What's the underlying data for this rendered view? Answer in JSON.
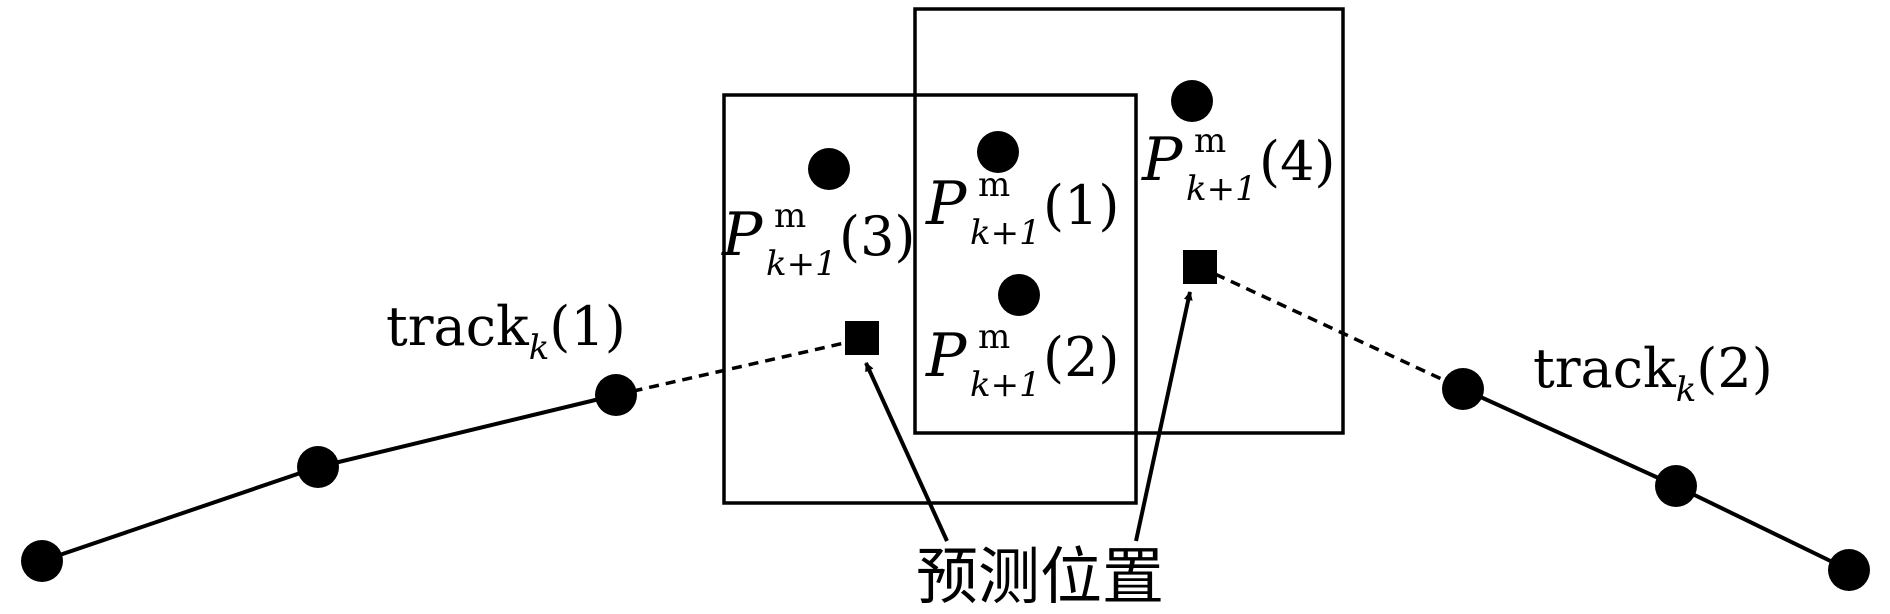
{
  "diagram": {
    "colors": {
      "ink": "#000000",
      "background": "#ffffff"
    },
    "track_1": {
      "word": "track",
      "subscript": "k",
      "index": "(1)"
    },
    "track_2": {
      "word": "track",
      "subscript": "k",
      "index": "(2)"
    },
    "measurements": [
      {
        "symbol": "P",
        "superscript": "m",
        "subscript": "k+1",
        "index": "(1)"
      },
      {
        "symbol": "P",
        "superscript": "m",
        "subscript": "k+1",
        "index": "(2)"
      },
      {
        "symbol": "P",
        "superscript": "m",
        "subscript": "k+1",
        "index": "(3)"
      },
      {
        "symbol": "P",
        "superscript": "m",
        "subscript": "k+1",
        "index": "(4)"
      }
    ],
    "predicted_position_label": "预测位置",
    "icons": {
      "track_point": "filled-circle",
      "measurement": "filled-circle",
      "prediction": "filled-square",
      "gate": "rectangle-outline",
      "pointer": "arrow"
    }
  }
}
